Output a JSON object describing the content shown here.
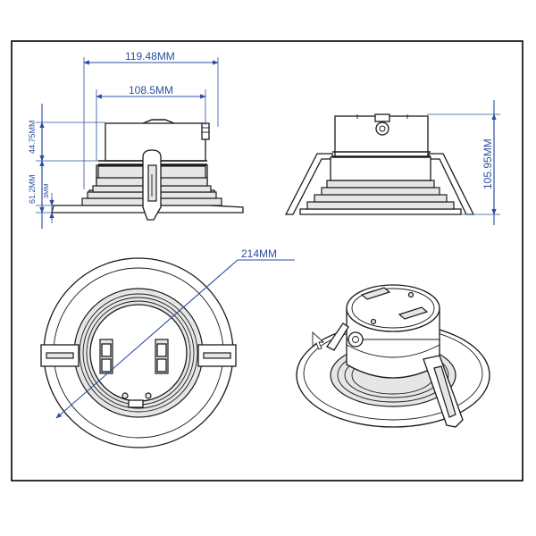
{
  "dimensions": {
    "overall_width": "119.48MM",
    "body_width": "108.5MM",
    "body_height": "44.75MM",
    "bezel_height": "61.2MM",
    "lip_height": "3MM",
    "total_height": "105.95MM",
    "outer_diameter": "214MM"
  },
  "colors": {
    "dimension": "#2b4fa0",
    "outline": "#1a1a1a",
    "frame": "#000000"
  },
  "views": [
    "front-elevation-view",
    "side-elevation-view",
    "top-plan-view",
    "isometric-view"
  ]
}
